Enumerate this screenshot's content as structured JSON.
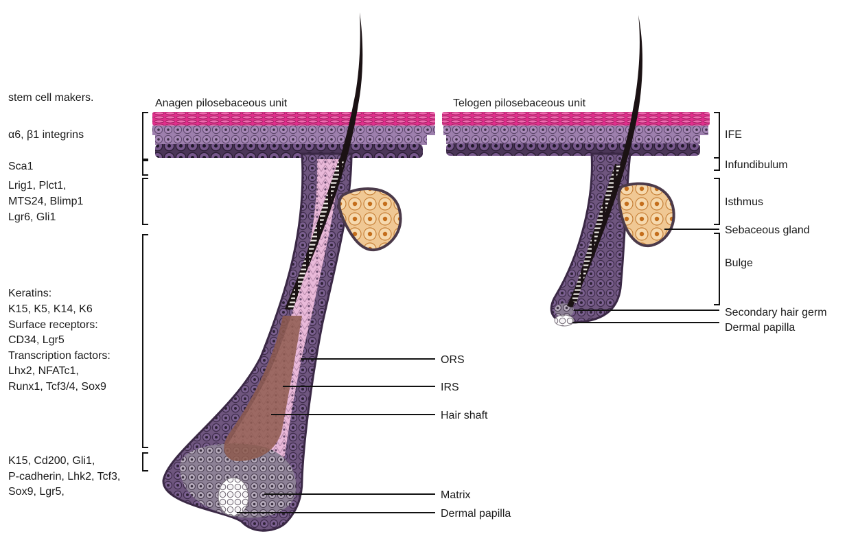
{
  "titles": {
    "anagen": "Anagen pilosebaceous unit",
    "telogen": "Telogen pilosebaceous unit"
  },
  "markers": {
    "header": "stem cell makers.",
    "ife": "α6, β1 integrins",
    "infundibulum": "Sca1",
    "isthmus": [
      "Lrig1, Plct1,",
      "MTS24, Blimp1",
      "Lgr6, Gli1"
    ],
    "bulge": [
      "Keratins:",
      "K15, K5, K14, K6",
      "Surface receptors:",
      "CD34, Lgr5",
      "Transcription factors:",
      "Lhx2, NFATc1,",
      "Runx1, Tcf3/4, Sox9"
    ],
    "germ": [
      "K15, Cd200, Gli1,",
      "P-cadherin, Lhk2, Tcf3,",
      "Sox9, Lgr5,"
    ]
  },
  "regions": {
    "ife": "IFE",
    "infundibulum": "Infundibulum",
    "isthmus": "Isthmus",
    "sebaceous": "Sebaceous gland",
    "bulge": "Bulge",
    "secondary_germ": "Secondary hair germ",
    "dermal_papilla": "Dermal papilla"
  },
  "structures": {
    "ors": "ORS",
    "irs": "IRS",
    "hair_shaft": "Hair shaft",
    "matrix": "Matrix",
    "dermal_papilla": "Dermal papilla"
  },
  "colors": {
    "epidermis_top": "#e0338f",
    "epidermis_mid": "#b07aa8",
    "basal": "#6b4d7f",
    "follicle": "#7a5f8c",
    "irs": "#e8b6d8",
    "hair": "#1b1214",
    "sebaceous": "#e8a862",
    "matrix": "#9a8ea0",
    "papilla": "#f2f0f2",
    "shaft_brown": "#8e5a4e"
  }
}
